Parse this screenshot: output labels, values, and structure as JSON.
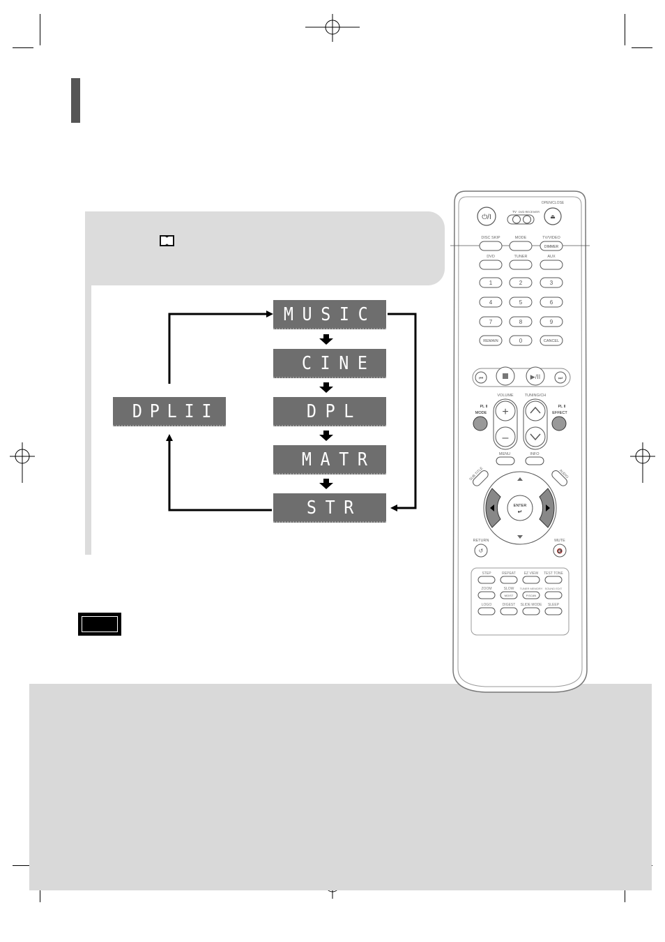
{
  "display_sequence": [
    "MUSIC",
    "CINE",
    "DPL",
    "MATR",
    "STR"
  ],
  "display_current": "DPLII",
  "remote": {
    "top_labels": {
      "tv_dvd": "TV",
      "dvd_receiver": "DVD RECEIVER",
      "open_close": "OPEN/CLOSE"
    },
    "row1": [
      "DISC SKIP",
      "MODE",
      "TV/VIDEO"
    ],
    "row1_sub": "DIMMER",
    "row2": [
      "DVD",
      "TUNER",
      "AUX"
    ],
    "numbers": [
      "1",
      "2",
      "3",
      "4",
      "5",
      "6",
      "7",
      "8",
      "9"
    ],
    "remain": "REMAIN",
    "zero": "0",
    "cancel": "CANCEL",
    "volume": "VOLUME",
    "tuning": "TUNING/CH",
    "pl2_mode": "MODE",
    "pl2_effect": "EFFECT",
    "pl2": "PL II",
    "menu": "MENU",
    "info": "INFO",
    "subtitle": "SUB TITLE",
    "audio": "AUDIO",
    "enter": "ENTER",
    "return": "RETURN",
    "mute": "MUTE",
    "grid_row1": [
      "STEP",
      "REPEAT",
      "EZ VIEW",
      "TEST TONE"
    ],
    "grid_row2": [
      "ZOOM",
      "SLOW",
      "TUNER MEMORY",
      "SOUND EDIT"
    ],
    "grid_row2_sub": [
      "MO/ST",
      "P.SCAN"
    ],
    "grid_row3": [
      "LOGO",
      "DIGEST",
      "SLIDE MODE",
      "SLEEP"
    ]
  }
}
